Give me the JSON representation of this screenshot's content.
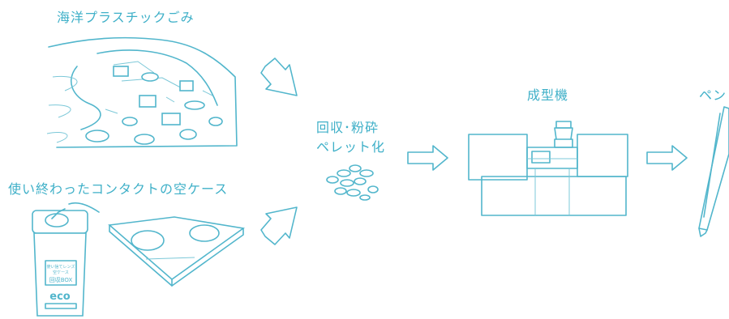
{
  "labels": {
    "ocean_plastic": "海洋プラスチックごみ",
    "used_cases": "使い終わったコンタクトの空ケース",
    "process_line1": "回収･粉砕",
    "process_line2": "ペレット化",
    "molding_machine": "成型機",
    "pen": "ペン"
  },
  "bin": {
    "label_line1": "使い捨てレンズ",
    "label_line2": "空ケース",
    "label_line3": "回収BOX",
    "logo": "eco"
  },
  "colors": {
    "line": "#52b6cc",
    "text": "#3fb0c8",
    "background": "#ffffff"
  }
}
